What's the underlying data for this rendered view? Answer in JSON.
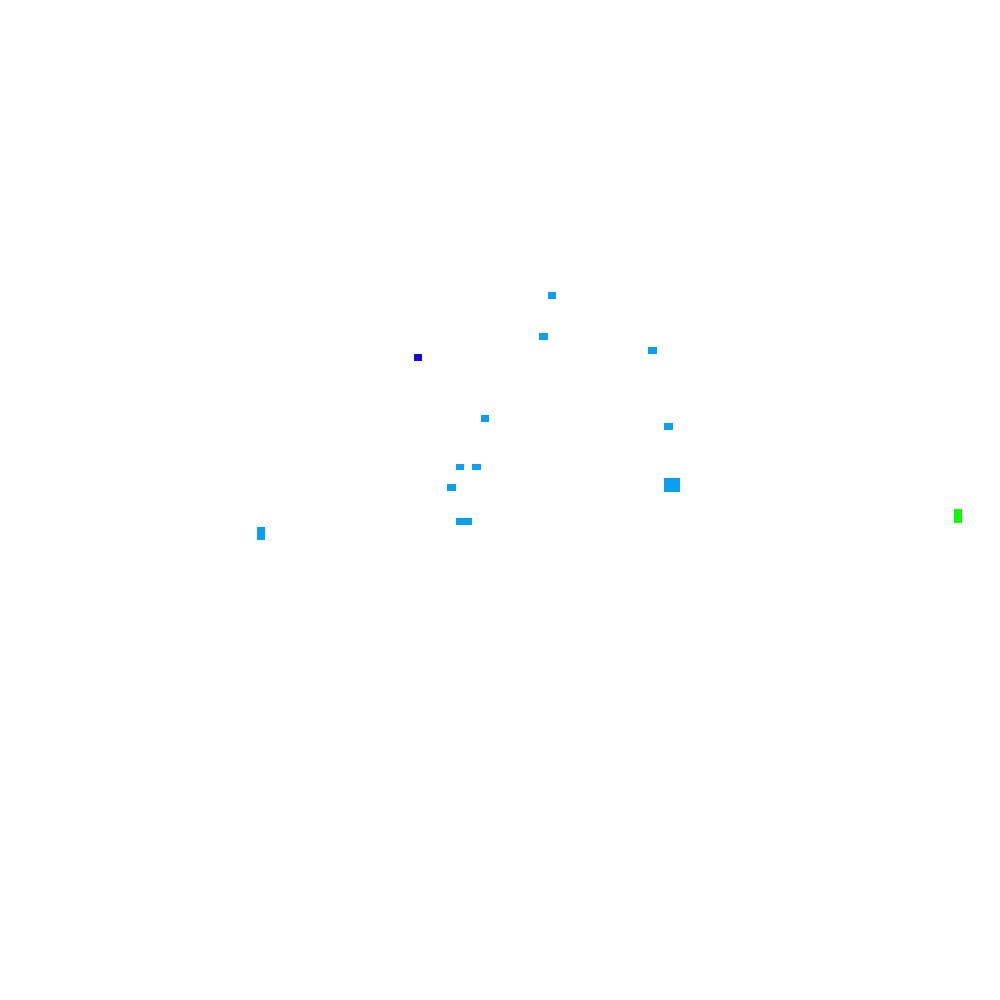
{
  "colors": {
    "background": "#ffffff",
    "light_blue": "#0a9ff0",
    "dark_blue": "#1a0ad6",
    "green": "#15f50a"
  },
  "markers": [
    {
      "id": "m1",
      "color": "light_blue"
    },
    {
      "id": "m2",
      "color": "light_blue"
    },
    {
      "id": "m3",
      "color": "light_blue"
    },
    {
      "id": "m4",
      "color": "dark_blue"
    },
    {
      "id": "m5",
      "color": "light_blue"
    },
    {
      "id": "m6",
      "color": "light_blue"
    },
    {
      "id": "m7",
      "color": "light_blue"
    },
    {
      "id": "m8",
      "color": "light_blue"
    },
    {
      "id": "m9",
      "color": "light_blue"
    },
    {
      "id": "m10",
      "color": "light_blue"
    },
    {
      "id": "m11",
      "color": "green"
    },
    {
      "id": "m12",
      "color": "light_blue"
    },
    {
      "id": "m13",
      "color": "light_blue"
    }
  ]
}
